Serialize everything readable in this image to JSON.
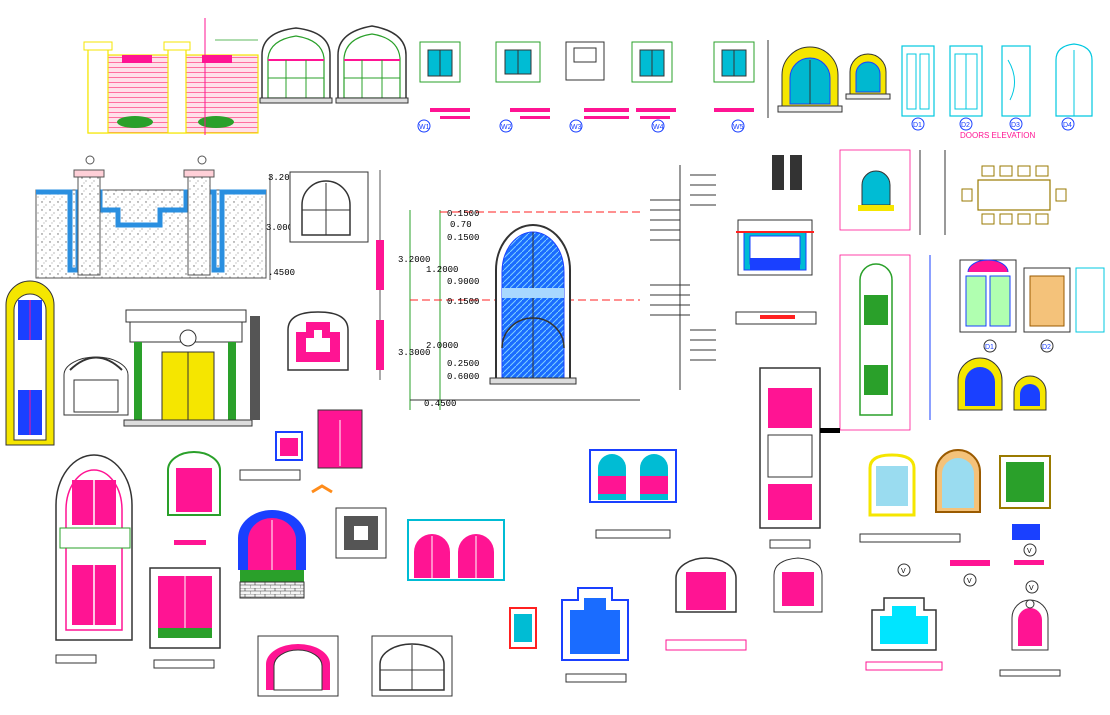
{
  "dimensions": {
    "wall_top": "3.200",
    "wall_mid": "3.0000",
    "wall_bot": ".4500",
    "main_left_top": "3.2000",
    "main_left_bot": "3.3000",
    "main_right": [
      "0.1500",
      "0.70",
      "0.1500",
      "1.2000",
      "0.9000",
      "0.1500",
      "2.0000",
      "0.2500",
      "0.6000"
    ],
    "main_base": "0.4500"
  },
  "window_tags": [
    "W1",
    "W2",
    "W3",
    "W4",
    "W5"
  ],
  "door_tags": [
    "D1",
    "D2",
    "D3",
    "D4"
  ],
  "door_tags_small": [
    "D1",
    "D2"
  ],
  "doors_title": "DOORS ELEVATION",
  "hex_tags": [
    "V",
    "V",
    "V",
    "V"
  ],
  "colors": {
    "magenta": "#ff1493",
    "cyan": "#00e5ff",
    "blue": "#1a40ff",
    "yellow": "#f5e600",
    "green": "#2aa02a",
    "red": "#ff2020",
    "gray": "#8a8a8a",
    "dark": "#222222"
  }
}
